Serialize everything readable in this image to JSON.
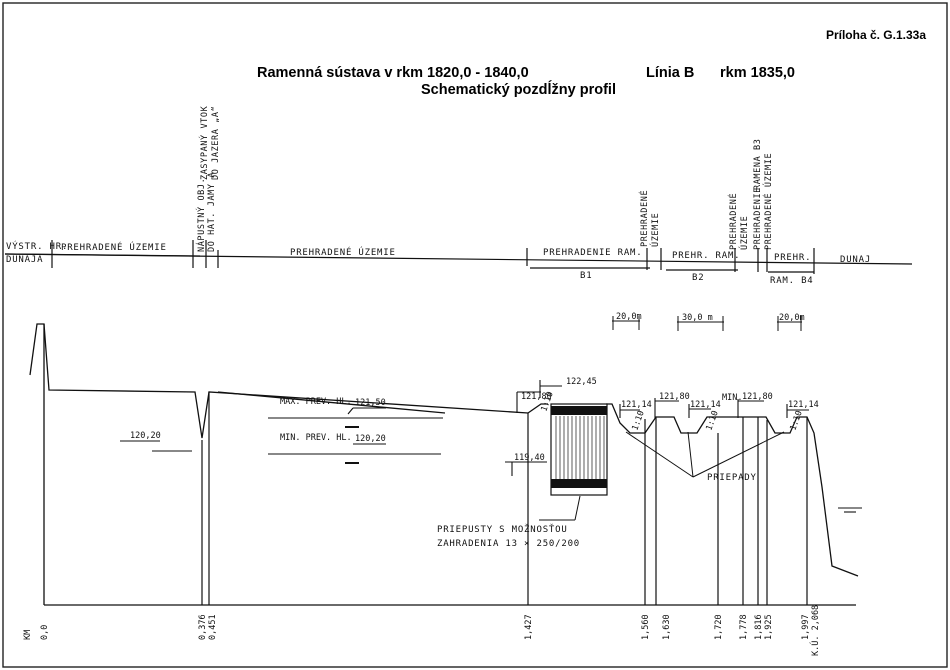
{
  "header": {
    "appendix": "Príloha č. G.1.33a",
    "title": "Ramenná sústava v rkm 1820,0 - 1840,0",
    "line": "Línia B",
    "rkm": "rkm 1835,0",
    "subtitle": "Schematický pozdĺžny profil"
  },
  "zones": [
    {
      "label": "VÝSTR. HR."
    },
    {
      "label": "DUNAJA"
    },
    {
      "label": "PREHRADENÉ ÚZEMIE"
    },
    {
      "label": "PREHRADENÉ ÚZEMIE"
    },
    {
      "label": "PREHRADENIE RAM."
    },
    {
      "label": "B1"
    },
    {
      "label": "PREHRADENÉ"
    },
    {
      "label": "ÚZEMIE"
    },
    {
      "label": "PREHR. RAM."
    },
    {
      "label": "B2"
    },
    {
      "label": "PREHRADENÉ"
    },
    {
      "label": "ÚZEMIE"
    },
    {
      "label": "RAMENA B3"
    },
    {
      "label": "PREHRADENIE"
    },
    {
      "label": "PREHRADENÉ ÚZEMIE"
    },
    {
      "label": "PREHR."
    },
    {
      "label": "RAM. B4"
    },
    {
      "label": "DUNAJ"
    }
  ],
  "vertical_labels": [
    {
      "label": "NÁPUSTNÝ OBJ."
    },
    {
      "label": "DO HAT. JAMY A"
    },
    {
      "label": "ZASYPANÝ VTOK"
    },
    {
      "label": "DO JAZERA „A“"
    }
  ],
  "widths": [
    "20,0m",
    "30,0 m",
    "20,0m"
  ],
  "levels": {
    "max_label": "MAX. PREV. HL.",
    "max_value": "121,50",
    "min_label": "MIN. PREV. HL.",
    "min_value": "120,20",
    "left_level": "120,20",
    "top_weir": "122,45",
    "l1": "121,80",
    "l2": "121,14",
    "l3": "121,80",
    "l4": "121,14",
    "min_text": "MIN.",
    "l5": "121,80",
    "l6": "121,14",
    "bottom": "119,40",
    "slope1": "1:10",
    "slope2": "1:10",
    "slope3": "1:10",
    "slope4": "1:10"
  },
  "notes": {
    "culvert_line1": "PRIEPUSTY S MOŽNOSŤOU",
    "culvert_line2": "ZAHRADENIA 13 × 250/200",
    "culverts": "PRIEPADY"
  },
  "km": {
    "prefix": "KM",
    "ticks": [
      "0,0",
      "0,376",
      "0,451",
      "1,427",
      "1,560",
      "1,630",
      "1,720",
      "1,778",
      "1,816",
      "1,925",
      "1,997",
      "K.Ú. 2,068"
    ]
  }
}
